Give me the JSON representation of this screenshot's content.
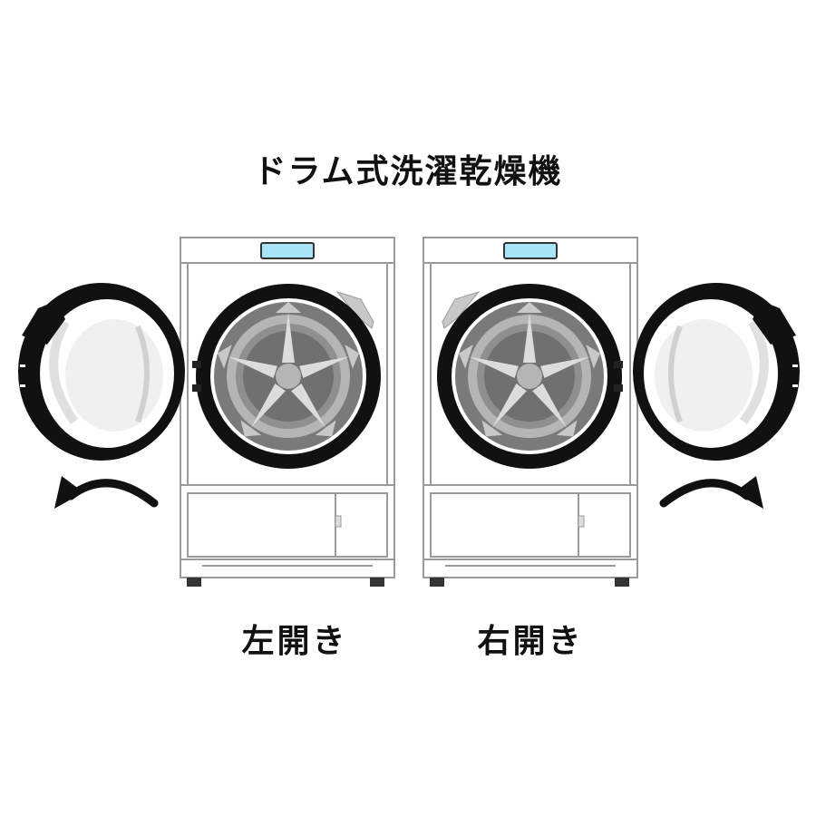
{
  "title": "ドラム式洗濯乾燥機",
  "variants": [
    {
      "label": "左開き",
      "hinge_side": "left"
    },
    {
      "label": "右開き",
      "hinge_side": "right"
    }
  ],
  "colors": {
    "outline": "#8a8a8a",
    "body": "#ffffff",
    "display": "#a8e4f7",
    "door_ring": "#111111",
    "drum": "#707070",
    "arrow": "#111111"
  },
  "icons": {
    "open_arrow": "curved-arrow-icon"
  }
}
